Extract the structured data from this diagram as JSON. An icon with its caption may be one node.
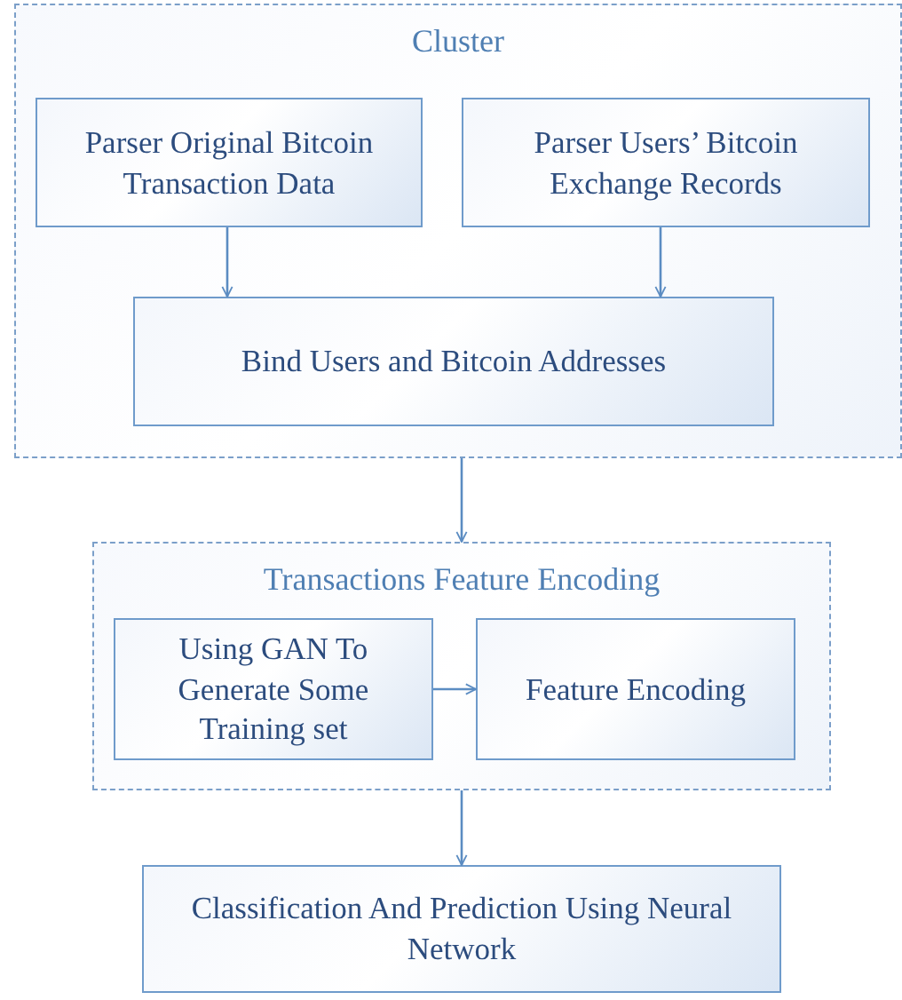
{
  "diagram": {
    "nodes": [
      {
        "text": [
          "Cluster"
        ]
      },
      {
        "text": [
          "Parser Original Bitcoin Transaction Data"
        ],
        "in": 0
      },
      {
        "text": [
          "Parser Users’ Bitcoin Exchange Records"
        ],
        "in": 0
      },
      {
        "text": [
          "Bind Users and Bitcoin Addresses"
        ],
        "in": 0
      },
      {
        "text": [
          "Transactions Feature Encoding"
        ]
      },
      {
        "text": [
          "Using GAN To Generate Some Training set"
        ],
        "in": 4
      },
      {
        "text": [
          "Feature Encoding"
        ],
        "in": 4
      },
      {
        "text": [
          "Classification And Prediction Using Neural Network"
        ]
      }
    ],
    "edges": [
      {
        "from": 1,
        "to": 3,
        "arrow": "to"
      },
      {
        "from": 2,
        "to": 3,
        "arrow": "to"
      },
      {
        "from": 0,
        "to": 4,
        "arrow": "to"
      },
      {
        "from": 5,
        "to": 6,
        "arrow": "to"
      },
      {
        "from": 4,
        "to": 7,
        "arrow": "to"
      }
    ]
  }
}
